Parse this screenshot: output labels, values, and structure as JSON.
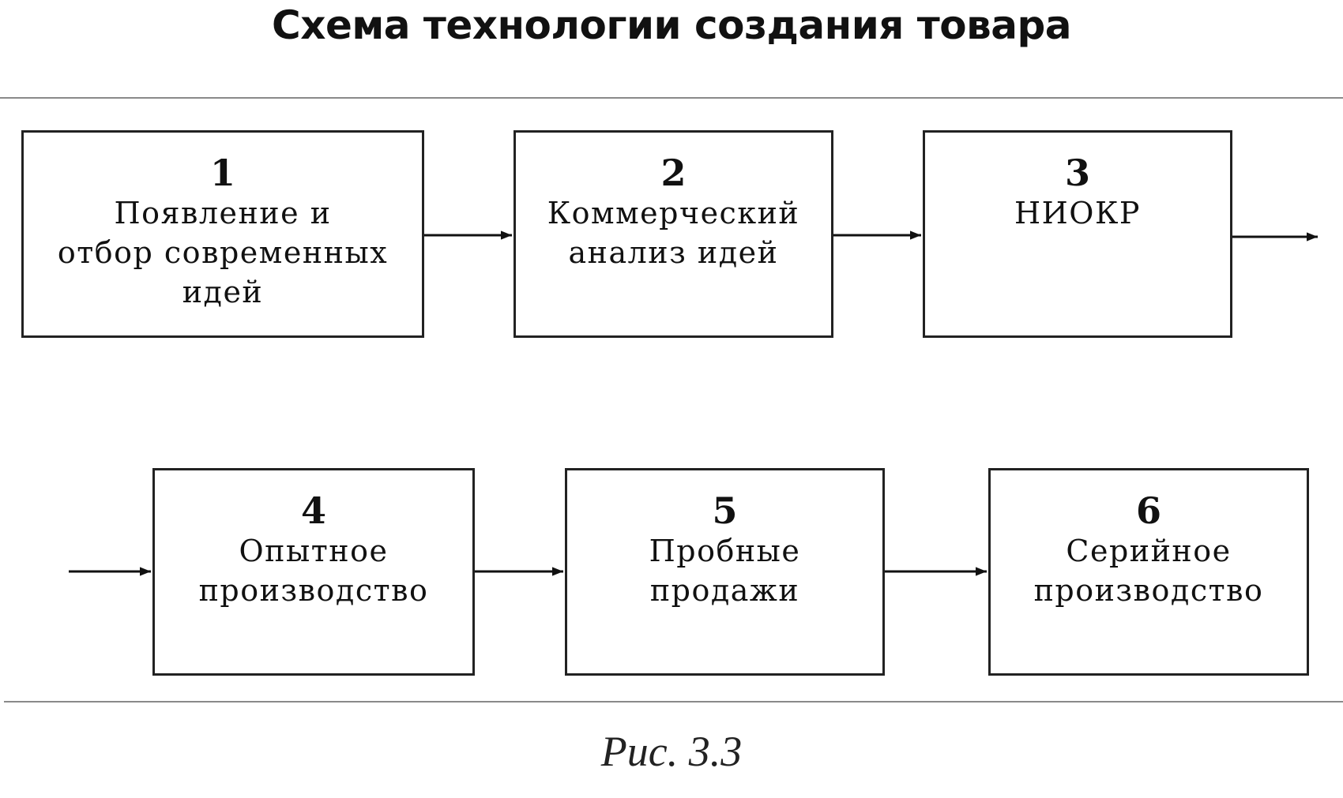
{
  "title": "Схема технологии создания товара",
  "steps": [
    {
      "number": "1",
      "label": "Появление и\nотбор современных\nидей"
    },
    {
      "number": "2",
      "label": "Коммерческий\nанализ идей"
    },
    {
      "number": "3",
      "label": "НИОКР"
    },
    {
      "number": "4",
      "label": "Опытное\nпроизводство"
    },
    {
      "number": "5",
      "label": "Пробные\nпродажи"
    },
    {
      "number": "6",
      "label": "Серийное\nпроизводство"
    }
  ],
  "caption": "Рис. 3.3"
}
